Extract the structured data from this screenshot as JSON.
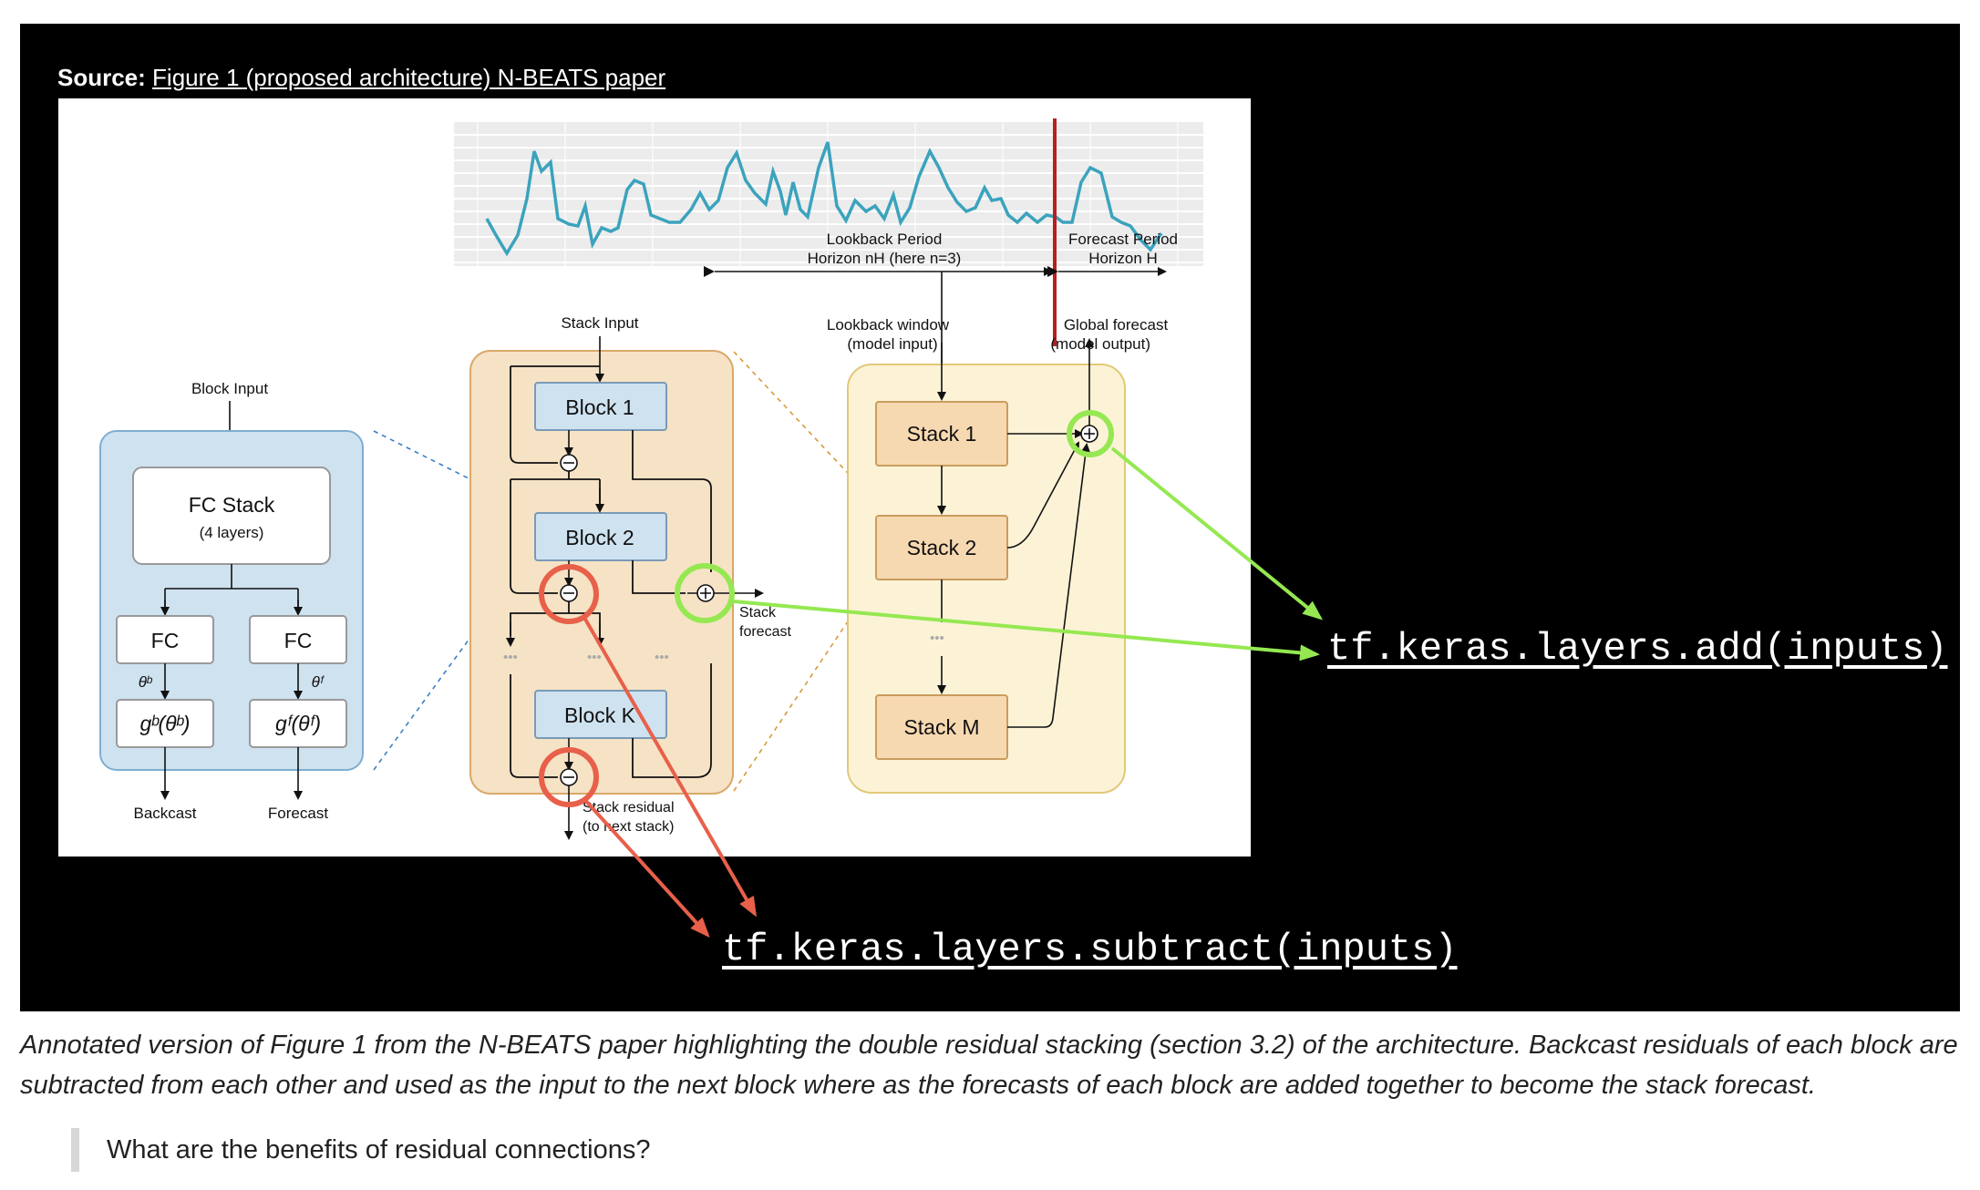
{
  "source": {
    "prefix": "Source:",
    "link_text": "Figure 1 (proposed architecture) N-BEATS paper"
  },
  "figure": {
    "lookback_period": "Lookback Period",
    "lookback_horizon": "Horizon nH (here n=3)",
    "forecast_period": "Forecast Period",
    "forecast_horizon": "Horizon H",
    "stack_input": "Stack Input",
    "lookback_window": "Lookback window",
    "model_input": "(model input)",
    "global_forecast": "Global forecast",
    "model_output": "(model output)",
    "block_input": "Block Input",
    "fc_stack": "FC Stack",
    "fc_layers": "(4 layers)",
    "fc_left": "FC",
    "fc_right": "FC",
    "theta_b": "θᵇ",
    "theta_f": "θᶠ",
    "g_b": "gᵇ(θᵇ)",
    "g_f": "gᶠ(θᶠ)",
    "backcast": "Backcast",
    "forecast": "Forecast",
    "block_1": "Block 1",
    "block_2": "Block 2",
    "block_k": "Block K",
    "stack_forecast_1": "Stack",
    "stack_forecast_2": "forecast",
    "stack_residual_1": "Stack residual",
    "stack_residual_2": "(to next stack)",
    "stack_1": "Stack 1",
    "stack_2": "Stack 2",
    "stack_m": "Stack M",
    "ellipsis": "•••"
  },
  "annotations": {
    "add_label": "tf.keras.layers.add(inputs)",
    "subtract_label": "tf.keras.layers.subtract(inputs)"
  },
  "colors": {
    "panel_background": "#000000",
    "add_highlight": "#95e851",
    "subtract_highlight": "#e8604a",
    "time_series": "#3ba3bd",
    "forecast_boundary": "#b81f1f",
    "block_panel": "#cfe2f0",
    "stack_panel": "#f6e3c6",
    "model_panel": "#fcf3d6",
    "block_box": "#cfe2f0",
    "stack_box": "#f7d9b1"
  },
  "caption": "Annotated version of Figure 1 from the N-BEATS paper highlighting the double residual stacking (section 3.2) of the architecture. Backcast residuals of each block are subtracted from each other and used as the input to the next block where as the forecasts of each block are added together to become the stack forecast.",
  "quote": "What are the benefits of residual connections?"
}
